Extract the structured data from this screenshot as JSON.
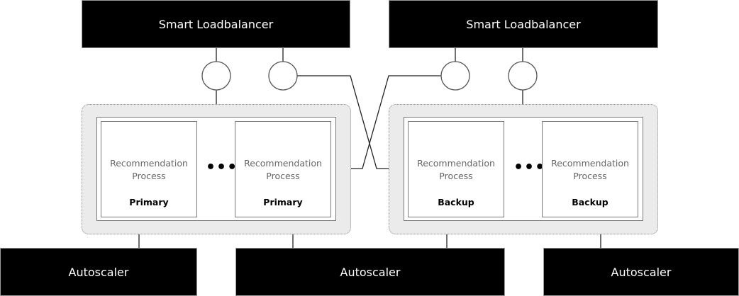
{
  "loadbalancers": [
    {
      "label": "Smart Loadbalancer"
    },
    {
      "label": "Smart Loadbalancer"
    }
  ],
  "groups": [
    {
      "processes": [
        {
          "name": "Recommendation Process",
          "role": "Primary"
        },
        {
          "name": "Recommendation Process",
          "role": "Primary"
        }
      ],
      "ellipsis": "•••"
    },
    {
      "processes": [
        {
          "name": "Recommendation Process",
          "role": "Backup"
        },
        {
          "name": "Recommendation Process",
          "role": "Backup"
        }
      ],
      "ellipsis": "•••"
    }
  ],
  "autoscalers": [
    {
      "label": "Autoscaler"
    },
    {
      "label": "Autoscaler"
    },
    {
      "label": "Autoscaler"
    }
  ]
}
